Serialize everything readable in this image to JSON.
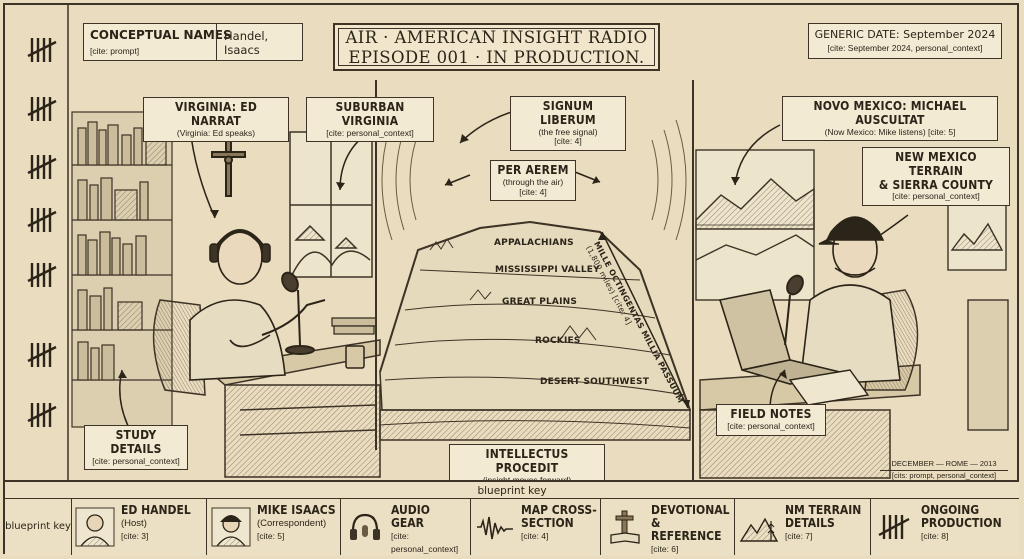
{
  "title": {
    "line1": "AIR · AMERICAN INSIGHT RADIO",
    "line2": "EPISODE 001 · IN PRODUCTION."
  },
  "names": {
    "label": "CONCEPTUAL NAMES",
    "value": "Handel, Isaacs",
    "cite": "[cite: prompt]"
  },
  "date": {
    "label": "GENERIC DATE: September 2024",
    "cite": "[cite: September 2024, personal_context]"
  },
  "callouts": {
    "virginia": {
      "title": "VIRGINIA: ED NARRAT",
      "sub": "(Virginia: Ed speaks)"
    },
    "suburban": {
      "title": "SUBURBAN VIRGINIA",
      "sub": "[cite: personal_context]"
    },
    "signum": {
      "title": "SIGNUM LIBERUM",
      "sub1": "(the free signal)",
      "sub2": "[cite: 4]"
    },
    "peraerem": {
      "title": "PER AEREM",
      "sub1": "(through the air)",
      "sub2": "[cite: 4]"
    },
    "novo": {
      "title": "NOVO MEXICO: MICHAEL AUSCULTAT",
      "sub": "(Now Mexico: Mike listens) [cite: 5]"
    },
    "terrain": {
      "title1": "NEW MEXICO TERRAIN",
      "title2": "& SIERRA COUNTY",
      "sub": "[cite: personal_context]"
    },
    "study": {
      "title": "STUDY DETAILS",
      "sub": "[cite: personal_context]"
    },
    "intellectus": {
      "title": "INTELLECTUS PROCEDIT",
      "sub": "(insight moves forward)"
    },
    "field": {
      "title": "FIELD NOTES",
      "sub": "[cite: personal_context]"
    }
  },
  "map": {
    "appalachians": "APPALACHIANS",
    "mississippi": "MISSISSIPPI VALLEY",
    "plains": "GREAT PLAINS",
    "rockies": "ROCKIES",
    "desert": "DESERT SOUTHWEST",
    "distance": "MILLE OCTINGENTAS MILLIA PASSUUM",
    "distance_sub": "(1,800 miles) [cite: 4]"
  },
  "corner": {
    "line1": "DECEMBER — ROME — 2013",
    "line2": "[cits: prompt, personal_context]"
  },
  "legend": {
    "title": "blueprint key",
    "key_label": "blueprint key",
    "items": [
      {
        "title": "ED HANDEL",
        "sub": "(Host)",
        "cite": "[cite: 3]",
        "icon": "ed-portrait-icon"
      },
      {
        "title": "MIKE ISAACS",
        "sub": "(Correspondent)",
        "cite": "[cite: 5]",
        "icon": "mike-portrait-icon"
      },
      {
        "title": "AUDIO",
        "title2": "GEAR",
        "cite": "[cite: personal_context]",
        "icon": "headphones-icon"
      },
      {
        "title": "MAP CROSS-",
        "title2": "SECTION",
        "cite": "[cite: 4]",
        "icon": "waveform-icon"
      },
      {
        "title": "DEVOTIONAL",
        "title2": "& REFERENCE",
        "cite": "[cite: 6]",
        "icon": "cross-book-icon"
      },
      {
        "title": "NM TERRAIN",
        "title2": "DETAILS",
        "cite": "[cite: 7]",
        "icon": "mountain-icon"
      },
      {
        "title": "ONGOING",
        "title2": "PRODUCTION",
        "cite": "[cite: 8]",
        "icon": "tally-icon"
      }
    ]
  },
  "colors": {
    "paper": "#eadcbf",
    "ink": "#3d3326",
    "panel": "#f3ead4"
  }
}
